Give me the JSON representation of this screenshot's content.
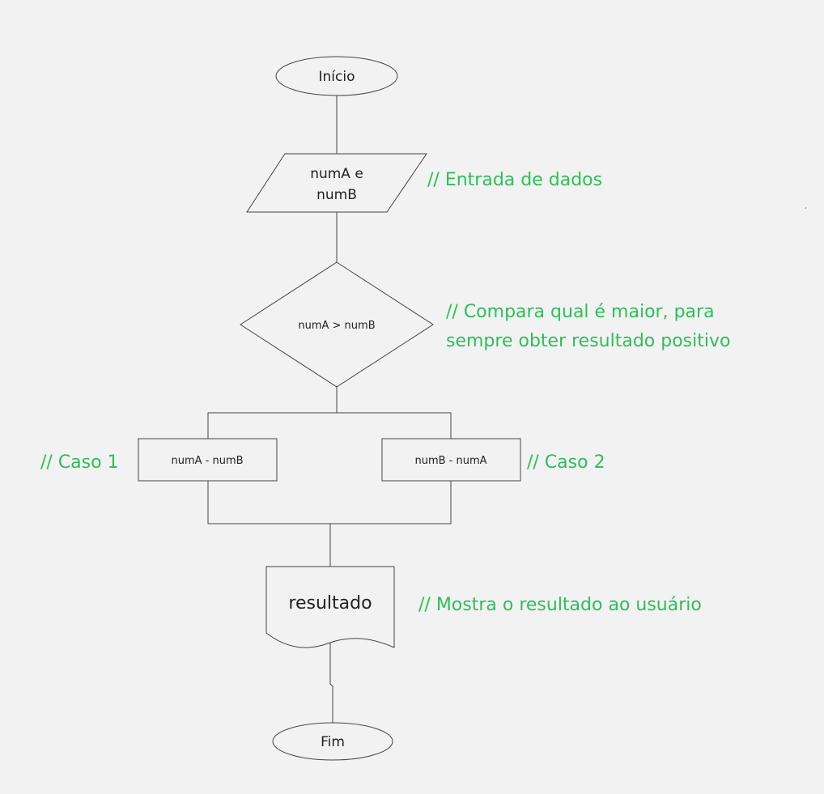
{
  "diagram": {
    "nodes": {
      "start": "Início",
      "input_line1": "numA e",
      "input_line2": "numB",
      "decision": "numA > numB",
      "case1": "numA - numB",
      "case2": "numB - numA",
      "output": "resultado",
      "end": "Fim"
    },
    "comments": {
      "input": "// Entrada de dados",
      "decision_line1": "// Compara qual é maior, para",
      "decision_line2": "sempre obter resultado positivo",
      "case1": "// Caso 1",
      "case2": "// Caso 2",
      "output": "// Mostra o resultado ao usuário"
    }
  },
  "colors": {
    "background": "#f2f2f2",
    "stroke": "#444444",
    "node_text": "#222222",
    "comment": "#2dbe5a"
  }
}
